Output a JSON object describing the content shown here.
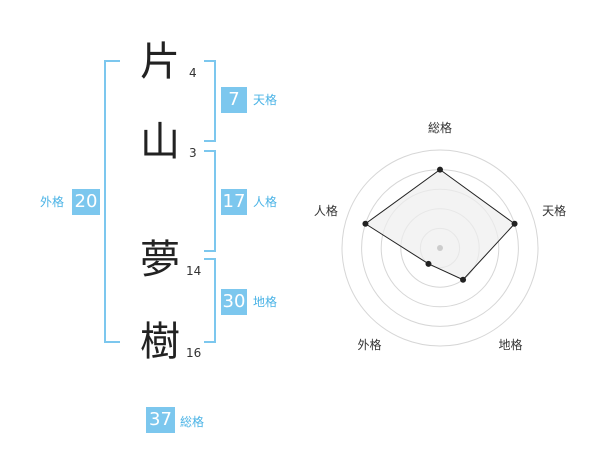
{
  "name": {
    "chars": [
      {
        "char": "片",
        "strokes": "4"
      },
      {
        "char": "山",
        "strokes": "3"
      },
      {
        "char": "夢",
        "strokes": "14"
      },
      {
        "char": "樹",
        "strokes": "16"
      }
    ]
  },
  "kaku": {
    "tenkaku": {
      "value": "7",
      "label": "天格"
    },
    "jinkaku": {
      "value": "17",
      "label": "人格"
    },
    "chikaku": {
      "value": "30",
      "label": "地格"
    },
    "gaikaku": {
      "value": "20",
      "label": "外格"
    },
    "soukaku": {
      "value": "37",
      "label": "総格"
    }
  },
  "chart_data": {
    "type": "radar",
    "axes": [
      "総格",
      "天格",
      "地格",
      "外格",
      "人格"
    ],
    "values": [
      4,
      4,
      2,
      1,
      4
    ],
    "max": 5,
    "rings": 5,
    "fill": "#eeeeee",
    "stroke": "#222222"
  },
  "colors": {
    "accent": "#7cc7ee",
    "accent_text": "#4ab3e6"
  }
}
